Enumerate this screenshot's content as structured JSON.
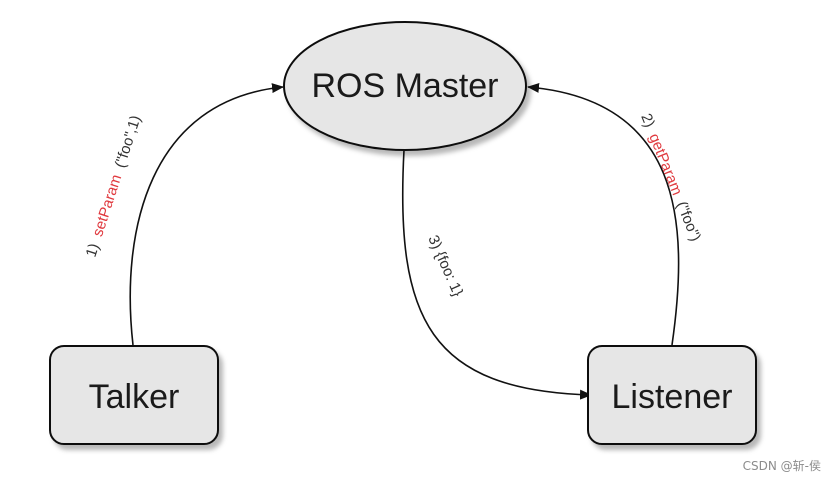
{
  "nodes": {
    "master": {
      "label": "ROS Master"
    },
    "talker": {
      "label": "Talker"
    },
    "listener": {
      "label": "Listener"
    }
  },
  "edges": {
    "set_param": {
      "step": "1)",
      "method": "setParam",
      "args": "(\"foo\",1)"
    },
    "get_param": {
      "step": "2)",
      "method": "getParam",
      "args": "(\"foo\")"
    },
    "reply": {
      "text": "3) {foo: 1}"
    }
  },
  "colors": {
    "node_fill": "#e6e6e6",
    "node_stroke": "#111111",
    "accent_text": "#e0393e"
  },
  "watermark": "CSDN @斩-侯"
}
